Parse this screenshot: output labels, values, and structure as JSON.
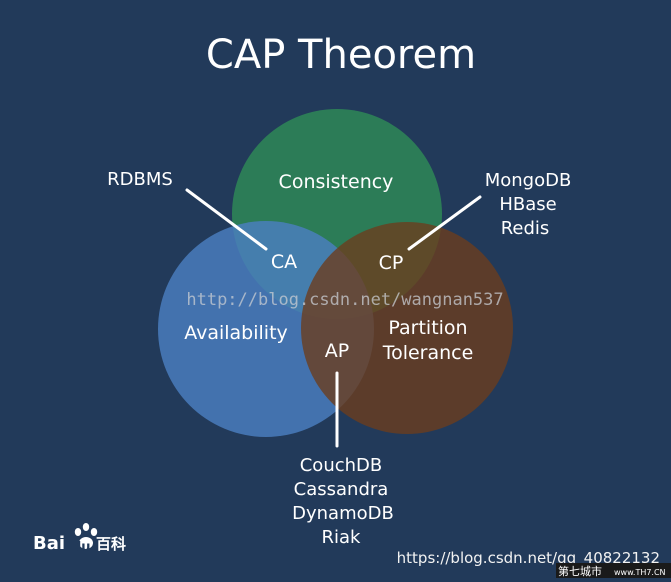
{
  "title": "CAP Theorem",
  "sets": {
    "consistency": "Consistency",
    "availability": "Availability",
    "partition_line1": "Partition",
    "partition_line2": "Tolerance"
  },
  "zones": {
    "ca": "CA",
    "cp": "CP",
    "ap": "AP"
  },
  "databases": {
    "ca": [
      "RDBMS"
    ],
    "cp": [
      "MongoDB",
      "HBase",
      "Redis"
    ],
    "ap": [
      "CouchDB",
      "Cassandra",
      "DynamoDB",
      "Riak"
    ]
  },
  "watermark": "http://blog.csdn.net/wangnan537",
  "corner_url": "https://blog.csdn.net/qq_40822132",
  "logo": {
    "brand_left": "Bai",
    "brand_right": "du",
    "brand_cn": "百科"
  },
  "site_badge": {
    "text": "第七城市",
    "small": "www.TH7.CN"
  },
  "colors": {
    "background": "#223a5a",
    "consistency": "#2e8b57",
    "availability": "#4a7fc1",
    "partition": "#6b3d1e"
  }
}
